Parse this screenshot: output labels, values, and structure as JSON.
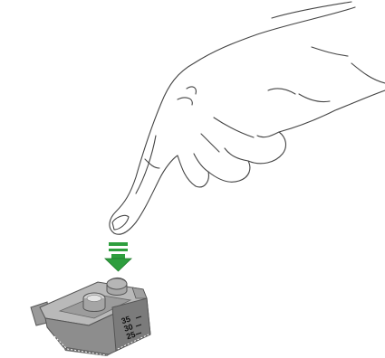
{
  "illustration": {
    "scale_labels": [
      "35",
      "30",
      "25"
    ],
    "colors": {
      "hand_outline": "#444444",
      "hand_fill": "#ffffff",
      "arrow_green": "#2e9e3e",
      "arrow_green_dark": "#1f7a2b",
      "device_body": "#8d8d8d",
      "device_light": "#b9b9b9",
      "device_dark": "#6c6c6c",
      "button": "#a8a8a8"
    },
    "icons": {
      "pointer": "hand-pointing-down-icon",
      "press": "arrow-down-icon"
    }
  }
}
